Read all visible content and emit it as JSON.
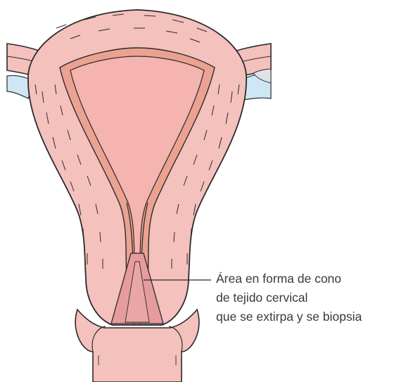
{
  "diagram": {
    "callout_lines": [
      "Área en forma de cono",
      "de tejido cervical",
      "que se extirpa y se biopsia"
    ],
    "colors": {
      "tissue": "#f4c1bd",
      "tissue_light": "#f7cfcb",
      "cavity": "#f5b4af",
      "endometrium": "#eba291",
      "cone": "#e69b9c",
      "tube_blue": "#cfe7f4",
      "ovary_gray": "#dfe3e6",
      "outline": "#2b2b2b"
    }
  }
}
